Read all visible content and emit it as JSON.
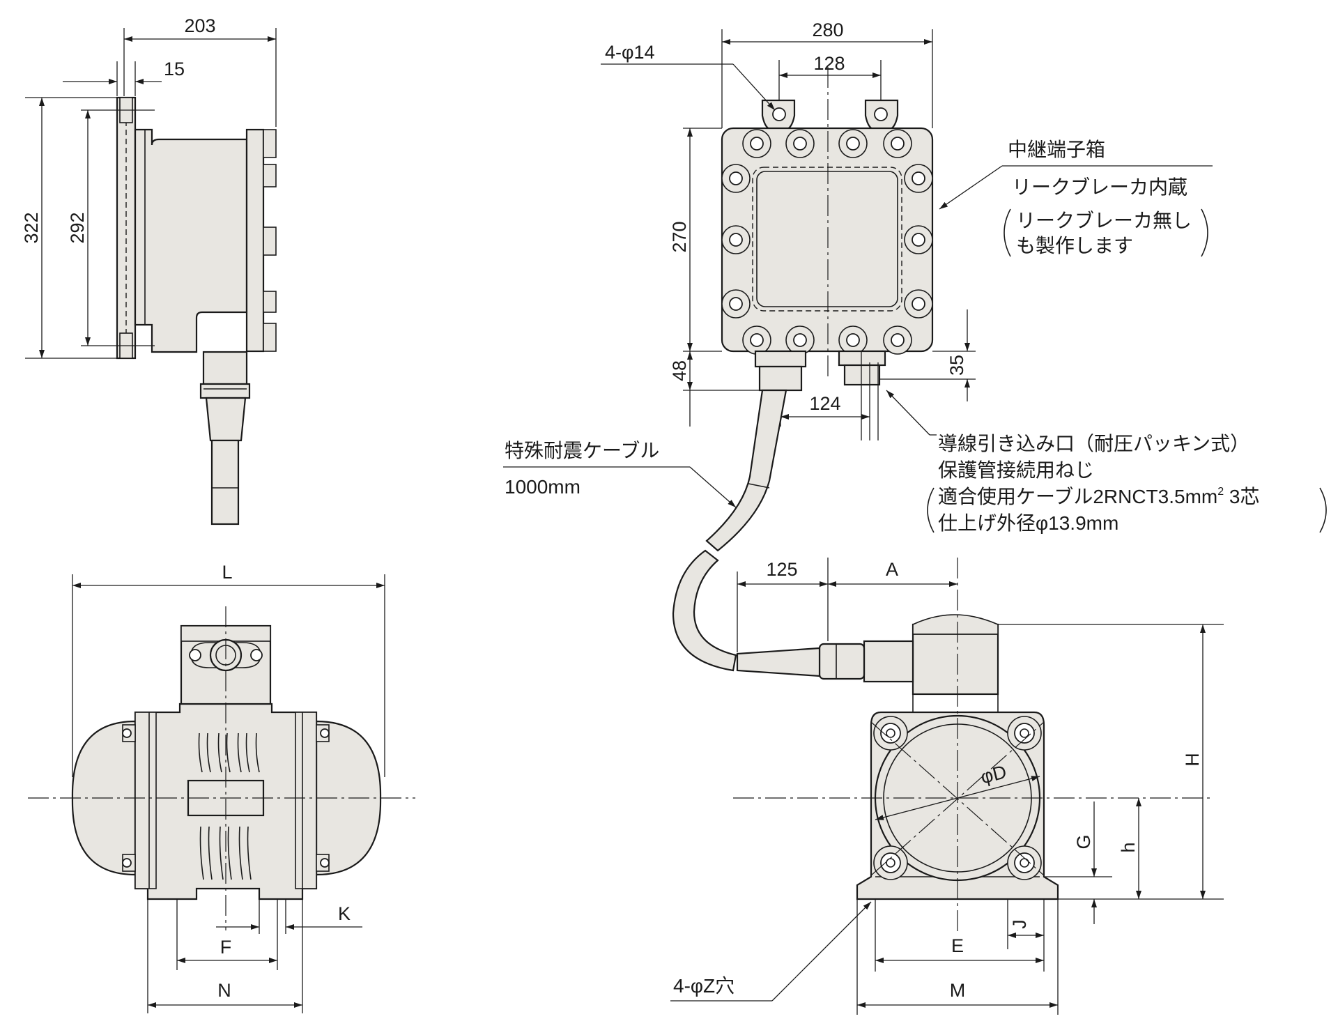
{
  "side_view": {
    "dim_203": "203",
    "dim_15": "15",
    "dim_322": "322",
    "dim_292": "292"
  },
  "junction_box": {
    "dim_280": "280",
    "dim_128": "128",
    "dim_holes": "4-φ14",
    "dim_270": "270",
    "dim_48": "48",
    "dim_35": "35",
    "dim_124": "124",
    "label": "中継端子箱",
    "note_line1": "リークブレーカ内蔵",
    "note_line2": "リークブレーカ無し",
    "note_line3": "も製作します"
  },
  "inlet": {
    "line1": "導線引き込み口（耐圧パッキン式）",
    "line2": "保護管接続用ねじ",
    "line3_a": "適合使用ケーブル2RNCT3.5mm",
    "line3_sup": "2",
    "line3_b": " 3芯",
    "line4": "仕上げ外径φ13.9mm"
  },
  "cable": {
    "label": "特殊耐震ケーブル",
    "length": "1000mm"
  },
  "front_view": {
    "L": "L",
    "F": "F",
    "K": "K",
    "N": "N"
  },
  "end_view": {
    "dim_125": "125",
    "A": "A",
    "H": "H",
    "G": "G",
    "h": "h",
    "J": "J",
    "E": "E",
    "M": "M",
    "D": "φD",
    "holes": "4-φZ穴"
  }
}
